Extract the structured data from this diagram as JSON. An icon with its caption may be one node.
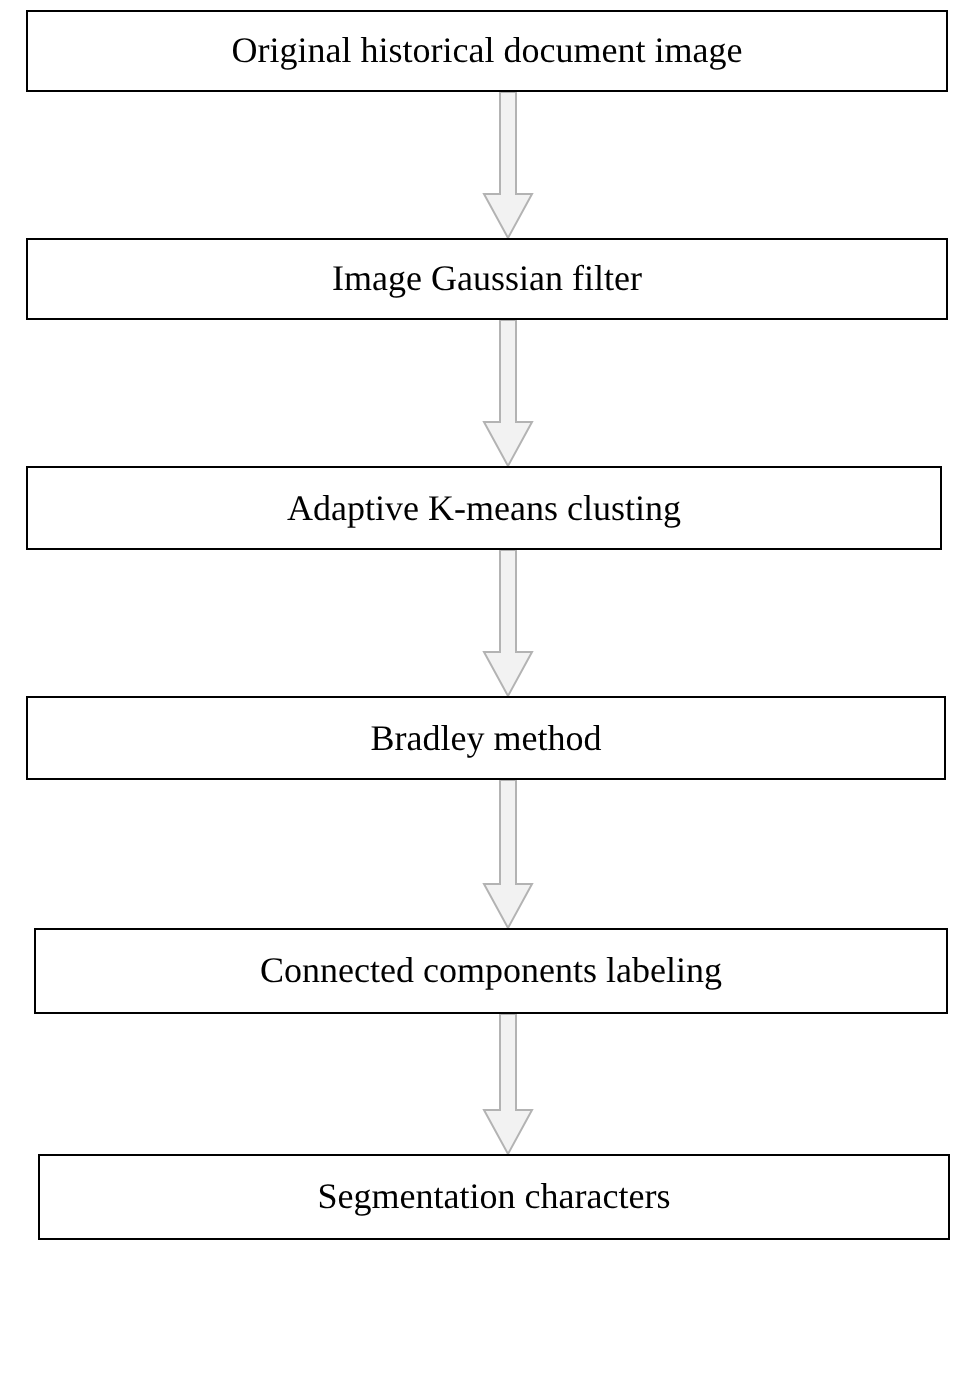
{
  "diagram": {
    "nodes": [
      {
        "text": [
          "Original historical document image"
        ]
      },
      {
        "text": [
          "Image Gaussian filter"
        ]
      },
      {
        "text": [
          "Adaptive K-means clusting"
        ]
      },
      {
        "text": [
          "Bradley method"
        ]
      },
      {
        "text": [
          "Connected components labeling"
        ]
      },
      {
        "text": [
          "Segmentation characters"
        ]
      }
    ],
    "edges": [
      {
        "from": 0,
        "to": 1,
        "arrow": "to"
      },
      {
        "from": 1,
        "to": 2,
        "arrow": "to"
      },
      {
        "from": 2,
        "to": 3,
        "arrow": "to"
      },
      {
        "from": 3,
        "to": 4,
        "arrow": "to"
      },
      {
        "from": 4,
        "to": 5,
        "arrow": "to"
      }
    ]
  }
}
